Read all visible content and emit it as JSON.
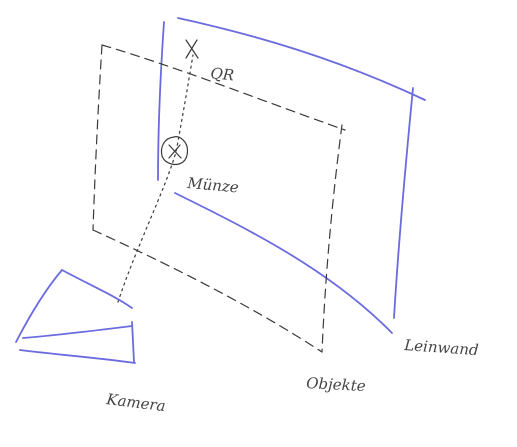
{
  "labels": {
    "qr": "QR",
    "coin": "Münze",
    "canvas": "Leinwand",
    "objects": "Objekte",
    "camera": "Kamera"
  },
  "colors": {
    "pen_blue": "#6b6be0",
    "pencil": "#3a3a3a",
    "text": "#444444"
  },
  "markers": {
    "qr_mark": "x-cross-icon",
    "coin_mark": "circled-x-icon"
  }
}
